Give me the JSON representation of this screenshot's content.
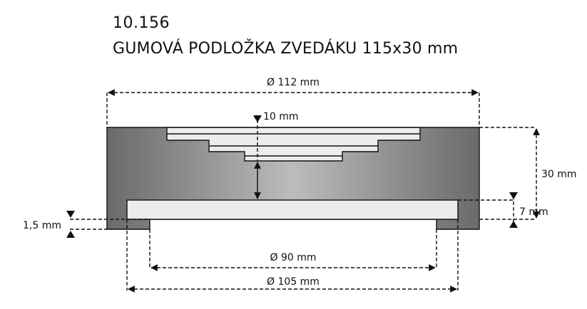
{
  "header": {
    "code": "10.156",
    "name": "GUMOVÁ PODLOŽKA ZVEDÁKU 115x30 mm"
  },
  "dimensions": {
    "outer_diameter": "Ø 112 mm",
    "top_depth": "10 mm",
    "height": "30 mm",
    "recess_height": "7 mm",
    "lip_thickness": "1,5 mm",
    "inner_diameter": "Ø 90 mm",
    "recess_diameter": "Ø 105 mm"
  },
  "colors": {
    "body_dark": "#6e6e6e",
    "body_light": "#b4b4b4",
    "recess_fill": "#ececec",
    "outline": "#111111"
  }
}
